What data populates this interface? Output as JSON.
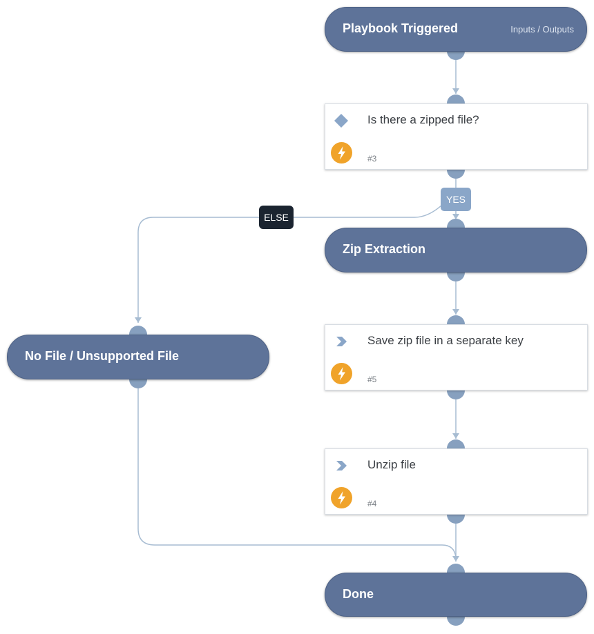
{
  "nodes": {
    "start": {
      "title": "Playbook Triggered",
      "meta": "Inputs / Outputs"
    },
    "condition": {
      "title": "Is there a zipped file?",
      "id": "#3",
      "icon": "diamond-icon"
    },
    "section_zip": {
      "title": "Zip Extraction"
    },
    "section_nofile": {
      "title": "No File / Unsupported File"
    },
    "task_save": {
      "title": "Save zip file in a separate key",
      "id": "#5",
      "icon": "chevron-right-icon"
    },
    "task_unzip": {
      "title": "Unzip file",
      "id": "#4",
      "icon": "chevron-right-icon"
    },
    "end": {
      "title": "Done"
    }
  },
  "edge_labels": {
    "yes": "YES",
    "else": "ELSE"
  },
  "colors": {
    "node_fill": "#5e7399",
    "connector": "#a7bcd2",
    "port": "#87a0bf",
    "automation_badge": "#f0a32a",
    "yes_label": "#8aa6c8",
    "else_label": "#1b2430"
  }
}
